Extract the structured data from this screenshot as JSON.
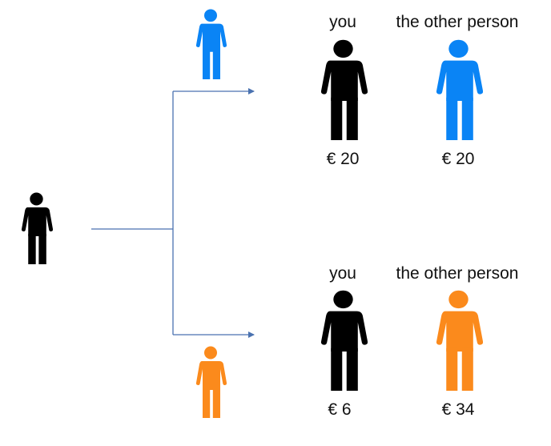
{
  "colors": {
    "you": "#000000",
    "blue": "#0a84f5",
    "orange": "#fb8a1c",
    "line": "#4a72b0"
  },
  "icons": {
    "person": "person-icon"
  },
  "top_option": {
    "you_label": "you",
    "other_label": "the other person",
    "you_amount": "€ 20",
    "other_amount": "€ 20"
  },
  "bottom_option": {
    "you_label": "you",
    "other_label": "the other person",
    "you_amount": "€ 6",
    "other_amount": "€ 34"
  }
}
